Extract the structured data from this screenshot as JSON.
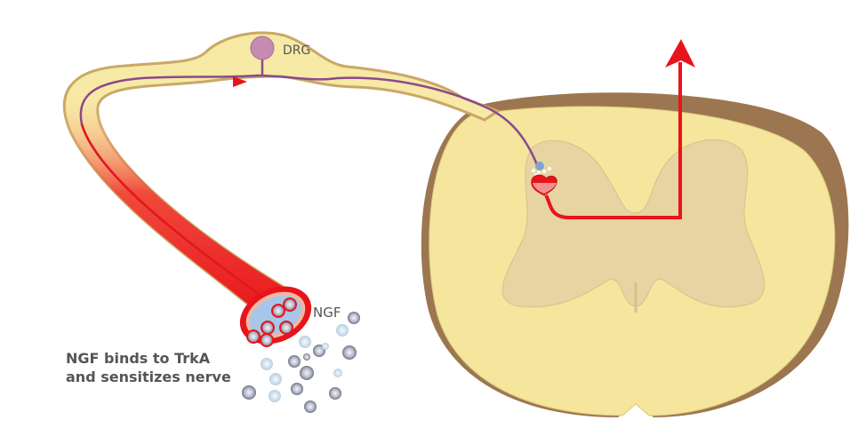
{
  "labels": {
    "drg": "DRG",
    "ngf": "NGF",
    "caption_line1": "NGF binds to TrkA",
    "caption_line2": "and sensitizes nerve"
  },
  "colors": {
    "nerve_fill": "#f7e9a6",
    "nerve_border": "#c9a866",
    "cord_white": "#f6e59c",
    "cord_gray": "#e7d4a2",
    "cord_rim": "#9c7650",
    "signal_red": "#e8141c",
    "drg_cell": "#c58bb3",
    "ngf_dark": "#8a8d9e",
    "ngf_light": "#c9dcea"
  }
}
